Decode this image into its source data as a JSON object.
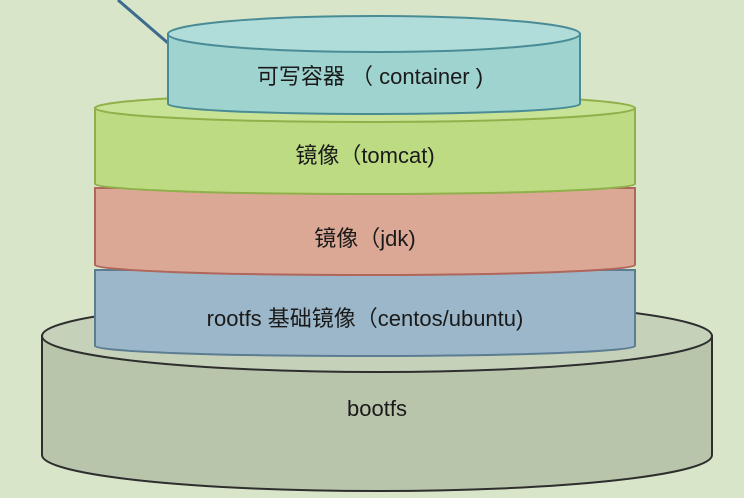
{
  "diagram": {
    "layers": [
      {
        "id": "bootfs",
        "label": "bootfs",
        "color": "#b8c5aa"
      },
      {
        "id": "rootfs",
        "label": "rootfs 基础镜像（centos/ubuntu)",
        "color": "#9bb7c9"
      },
      {
        "id": "jdk",
        "label": "镜像（jdk)",
        "color": "#dca896"
      },
      {
        "id": "tomcat",
        "label": "镜像（tomcat)",
        "color": "#bddb83"
      },
      {
        "id": "container",
        "label": "可写容器 （ container )",
        "color": "#9fd3d0"
      }
    ]
  }
}
